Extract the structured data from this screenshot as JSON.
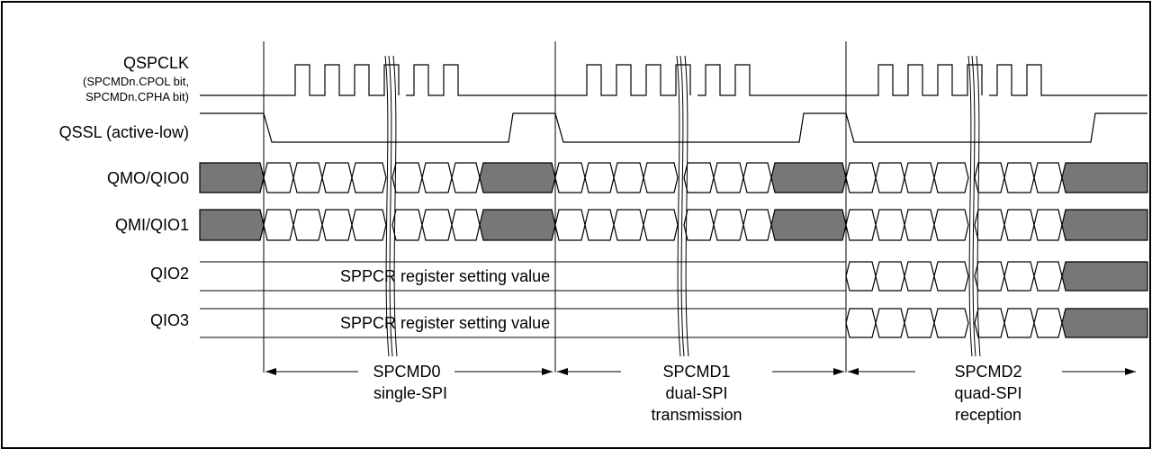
{
  "signals": {
    "qspclk": {
      "name": "QSPCLK",
      "note1": "(SPCMDn.CPOL bit,",
      "note2": "SPCMDn.CPHA bit)"
    },
    "qssl": "QSSL (active-low)",
    "qmo": "QMO/QIO0",
    "qmi": "QMI/QIO1",
    "qio2": "QIO2",
    "qio3": "QIO3"
  },
  "bus_text": {
    "qio2": "SPPCR register setting value",
    "qio3": "SPPCR register setting value"
  },
  "segments": [
    {
      "cmd": "SPCMD0",
      "mode": "single-SPI",
      "extra": ""
    },
    {
      "cmd": "SPCMD1",
      "mode": "dual-SPI",
      "extra": "transmission"
    },
    {
      "cmd": "SPCMD2",
      "mode": "quad-SPI",
      "extra": "reception"
    }
  ],
  "colors": {
    "idle_fill": "#777777",
    "line": "#000000"
  }
}
